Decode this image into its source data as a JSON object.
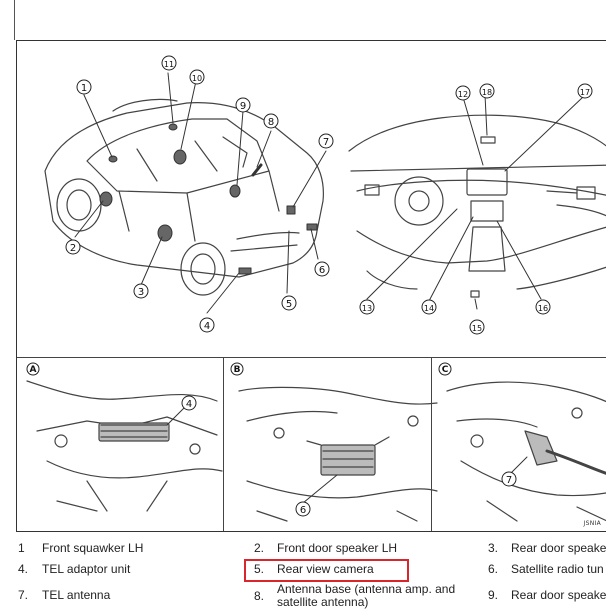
{
  "panel_labels": [
    "A",
    "B",
    "C"
  ],
  "callout_numbers": [
    "1",
    "2",
    "3",
    "4",
    "5",
    "6",
    "7",
    "8",
    "9",
    "10",
    "11",
    "12",
    "13",
    "14",
    "15",
    "16",
    "17",
    "18"
  ],
  "diagram_code": "JSNIA",
  "legend": [
    {
      "num": "1",
      "text": "Front squawker LH"
    },
    {
      "num": "2.",
      "text": "Front door speaker LH"
    },
    {
      "num": "3.",
      "text": "Rear door speake"
    },
    {
      "num": "4.",
      "text": "TEL adaptor unit"
    },
    {
      "num": "5.",
      "text": "Rear view camera"
    },
    {
      "num": "6.",
      "text": "Satellite radio tun"
    },
    {
      "num": "7.",
      "text": "TEL antenna"
    },
    {
      "num": "8.",
      "text": "Antenna base (antenna amp. and",
      "text2": "satellite antenna)"
    },
    {
      "num": "9.",
      "text": "Rear door speake"
    }
  ],
  "highlight_color": "#d9262c"
}
